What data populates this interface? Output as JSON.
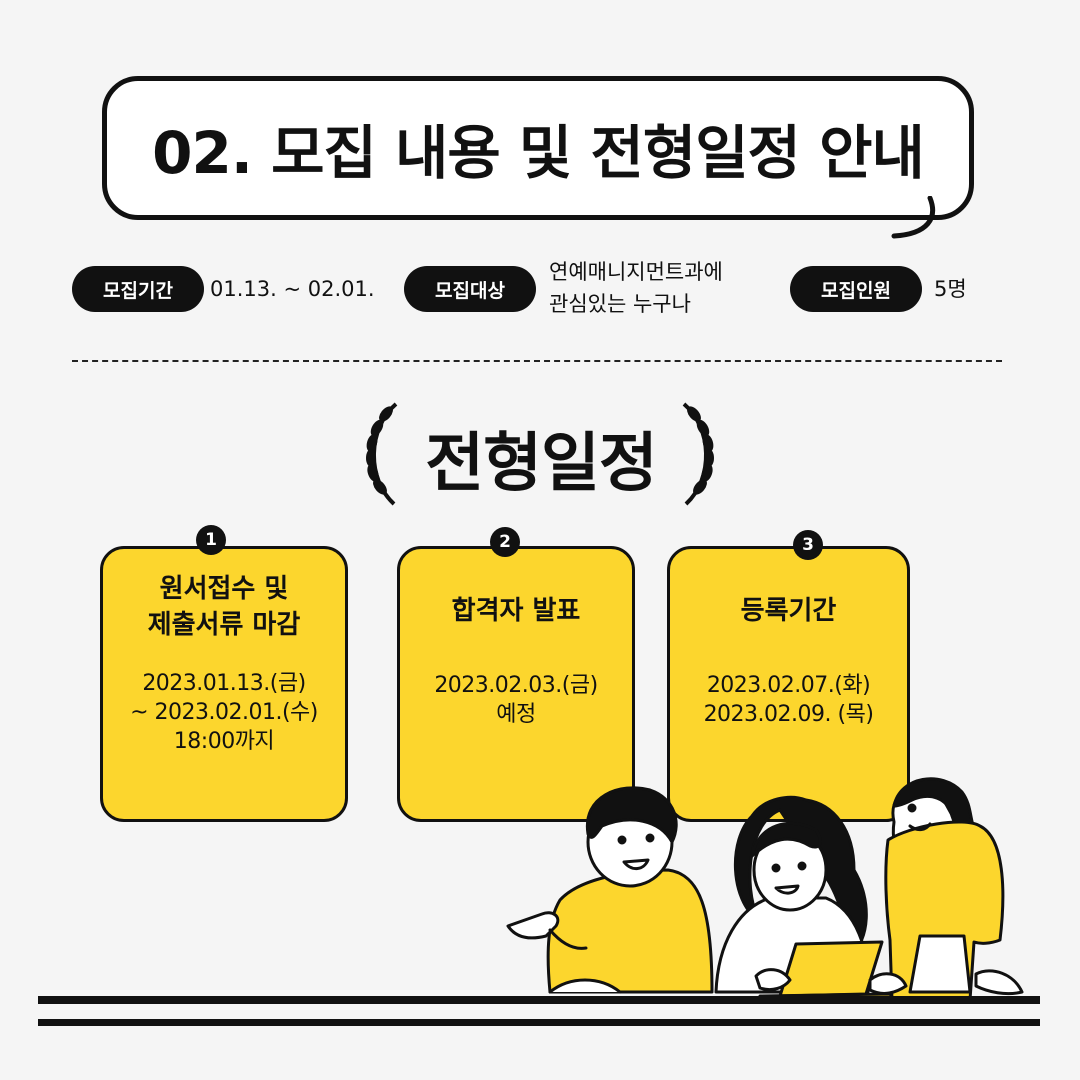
{
  "title": "02. 모집 내용 및 전형일정 안내",
  "recruit": {
    "period_label": "모집기간",
    "period_value": "01.13. ~ 02.01.",
    "target_label": "모집대상",
    "target_value": "연예매니지먼트과에\n관심있는 누구나",
    "count_label": "모집인원",
    "count_value": "5명"
  },
  "schedule": {
    "title": "전형일정",
    "steps": [
      {
        "number": "1",
        "title": "원서접수 및\n제출서류 마감",
        "date": "2023.01.13.(금)\n~ 2023.02.01.(수)\n18:00까지"
      },
      {
        "number": "2",
        "title": "합격자 발표",
        "date": "2023.02.03.(금)\n예정"
      },
      {
        "number": "3",
        "title": "등록기간",
        "date": "2023.02.07.(화)\n2023.02.09. (목)"
      }
    ]
  },
  "colors": {
    "accent": "#fcd62d",
    "dark": "#111111",
    "background": "#f5f5f5"
  },
  "illustration": "three-people-with-laptop"
}
